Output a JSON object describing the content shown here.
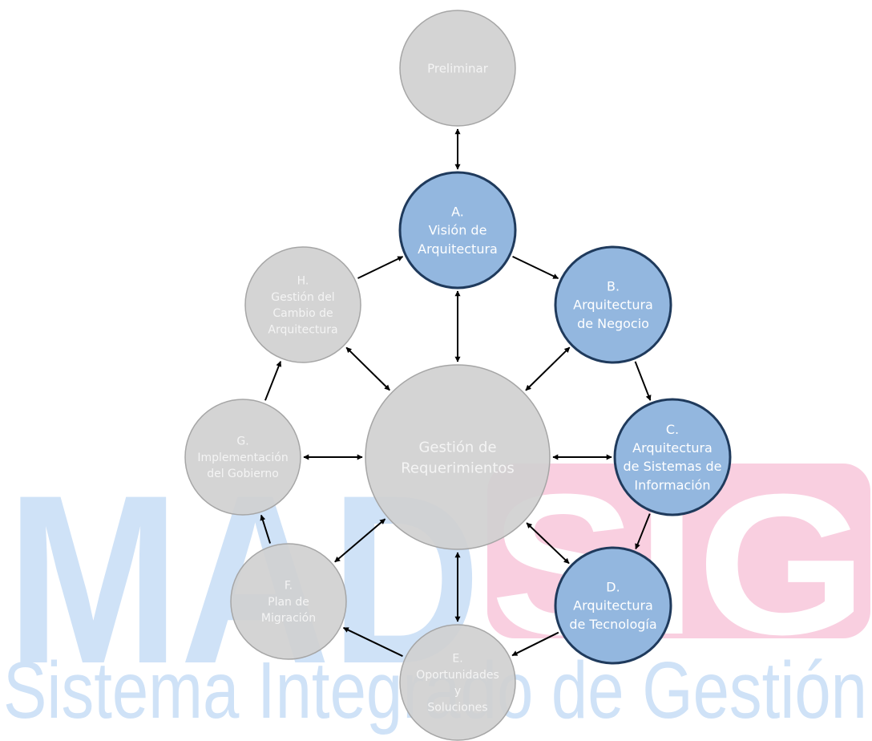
{
  "watermark": {
    "logo_left": "MAD",
    "logo_right": "SIG",
    "tagline": "Sistema Integrado de Gestión",
    "blue": "#cfe2f7",
    "pink": "#f9cfe0"
  },
  "colors": {
    "gray_fill": "#d0d0d0",
    "gray_stroke": "#a6a6a6",
    "gray_text": "#f4f4f4",
    "blue_fill": "#93b7df",
    "blue_stroke": "#1f3a5c",
    "blue_text": "#ffffff",
    "arrow": "#000000"
  },
  "nodes": [
    {
      "id": "preliminar",
      "style": "gray",
      "lines": [
        "Preliminar"
      ]
    },
    {
      "id": "a",
      "style": "blue",
      "lines": [
        "A.",
        "Visión de",
        "Arquitectura"
      ]
    },
    {
      "id": "b",
      "style": "blue",
      "lines": [
        "B.",
        "Arquitectura",
        "de Negocio"
      ]
    },
    {
      "id": "c",
      "style": "blue",
      "lines": [
        "C.",
        "Arquitectura",
        "de Sistemas de",
        "Información"
      ]
    },
    {
      "id": "d",
      "style": "blue",
      "lines": [
        "D.",
        "Arquitectura",
        "de Tecnología"
      ]
    },
    {
      "id": "e",
      "style": "gray",
      "lines": [
        "E.",
        "Oportunidades",
        "y",
        "Soluciones"
      ]
    },
    {
      "id": "f",
      "style": "gray",
      "lines": [
        "F.",
        "Plan de",
        "Migración"
      ]
    },
    {
      "id": "g",
      "style": "gray",
      "lines": [
        "G.",
        "Implementación",
        "del Gobierno"
      ]
    },
    {
      "id": "h",
      "style": "gray",
      "lines": [
        "H.",
        "Gestión del",
        "Cambio de",
        "Arquitectura"
      ]
    },
    {
      "id": "center",
      "style": "gray",
      "lines": [
        "Gestión de",
        "Requerimientos"
      ]
    }
  ],
  "edges": [
    {
      "from": "preliminar",
      "to": "a",
      "bidirectional": true
    },
    {
      "from": "a",
      "to": "b",
      "bidirectional": false
    },
    {
      "from": "b",
      "to": "c",
      "bidirectional": false
    },
    {
      "from": "c",
      "to": "d",
      "bidirectional": false
    },
    {
      "from": "d",
      "to": "e",
      "bidirectional": false
    },
    {
      "from": "e",
      "to": "f",
      "bidirectional": false
    },
    {
      "from": "f",
      "to": "g",
      "bidirectional": false
    },
    {
      "from": "g",
      "to": "h",
      "bidirectional": false
    },
    {
      "from": "h",
      "to": "a",
      "bidirectional": false
    },
    {
      "from": "center",
      "to": "a",
      "bidirectional": true
    },
    {
      "from": "center",
      "to": "b",
      "bidirectional": true
    },
    {
      "from": "center",
      "to": "c",
      "bidirectional": true
    },
    {
      "from": "center",
      "to": "d",
      "bidirectional": true
    },
    {
      "from": "center",
      "to": "e",
      "bidirectional": true
    },
    {
      "from": "center",
      "to": "f",
      "bidirectional": true
    },
    {
      "from": "center",
      "to": "g",
      "bidirectional": true
    },
    {
      "from": "center",
      "to": "h",
      "bidirectional": true
    }
  ]
}
